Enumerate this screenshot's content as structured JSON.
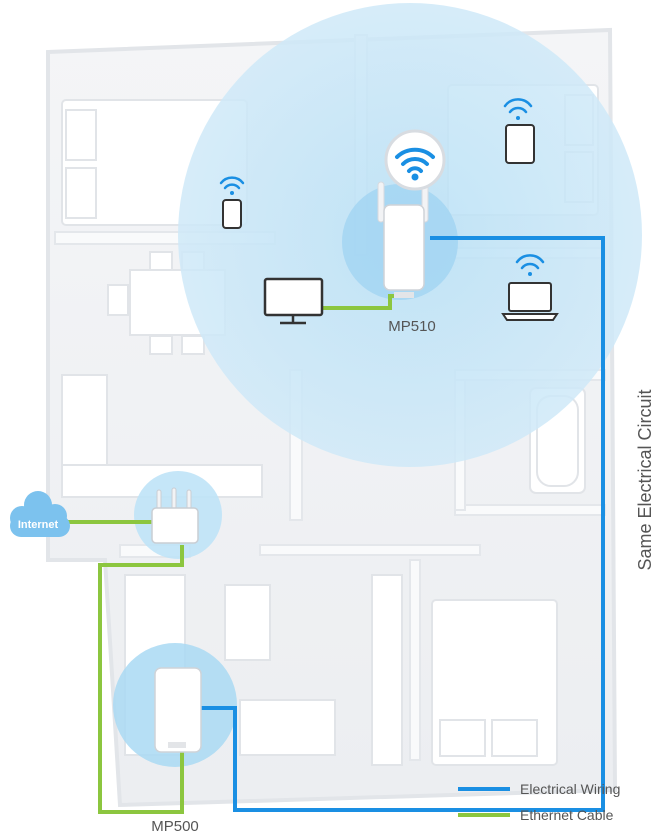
{
  "labels": {
    "internet": "Internet",
    "mp510": "MP510",
    "mp500": "MP500",
    "circuit": "Same Electrical Circuit"
  },
  "legend": [
    {
      "label": "Electrical Wiring",
      "color": "#1a8fe3"
    },
    {
      "label": "Ethernet Cable",
      "color": "#8cc63f"
    }
  ],
  "colors": {
    "coverage": "#cfe9f8",
    "coverage_inner": "#9fd3f1",
    "wifi": "#1a8fe3",
    "electrical": "#1a8fe3",
    "ethernet": "#8cc63f",
    "cloud": "#7cc2ee"
  },
  "icons": [
    "wifi-icon",
    "phone-icon",
    "tablet-icon",
    "laptop-icon",
    "monitor-icon",
    "router-icon",
    "cloud-icon"
  ]
}
